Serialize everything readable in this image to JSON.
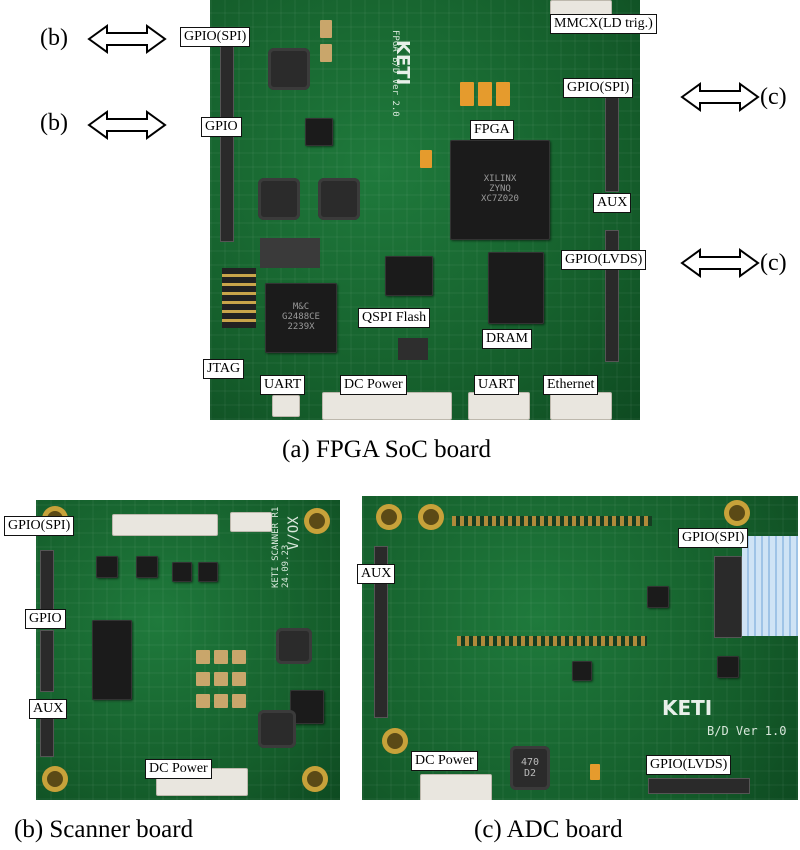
{
  "board_a": {
    "caption": "(a) FPGA SoC board",
    "logo": "KETI",
    "silk": "FPGA B/D Ver 2.0",
    "chips": {
      "fpga": "XILINX\nZYNQ\nXC7Z020",
      "dram": "",
      "eth": "M&C\nG2488CE\n2239X",
      "flash": ""
    },
    "labels": {
      "gpio_spi_left": "GPIO(SPI)",
      "gpio_left": "GPIO",
      "mmcx": "MMCX(LD trig.)",
      "gpio_spi_right": "GPIO(SPI)",
      "fpga": "FPGA",
      "aux": "AUX",
      "gpio_lvds": "GPIO(LVDS)",
      "qspi": "QSPI Flash",
      "dram": "DRAM",
      "jtag": "JTAG",
      "uart_left": "UART",
      "dc_power": "DC Power",
      "uart_right": "UART",
      "ethernet": "Ethernet"
    },
    "refs": {
      "b1": "(b)",
      "b2": "(b)",
      "c1": "(c)",
      "c2": "(c)"
    }
  },
  "board_b": {
    "caption": "(b) Scanner board",
    "silk": "KETI SCANNER R1\n24.09.23",
    "silk_side": "V/OX",
    "labels": {
      "gpio_spi": "GPIO(SPI)",
      "gpio": "GPIO",
      "aux": "AUX",
      "dc_power": "DC Power"
    }
  },
  "board_c": {
    "caption": "(c) ADC board",
    "logo": "KETI",
    "silk": "B/D Ver 1.0",
    "inductor_text": "470\nD2",
    "labels": {
      "aux": "AUX",
      "gpio_spi": "GPIO(SPI)",
      "dc_power": "DC Power",
      "gpio_lvds": "GPIO(LVDS)"
    }
  },
  "colors": {
    "pcb_green": "#1a6b34",
    "label_border": "#111111"
  }
}
